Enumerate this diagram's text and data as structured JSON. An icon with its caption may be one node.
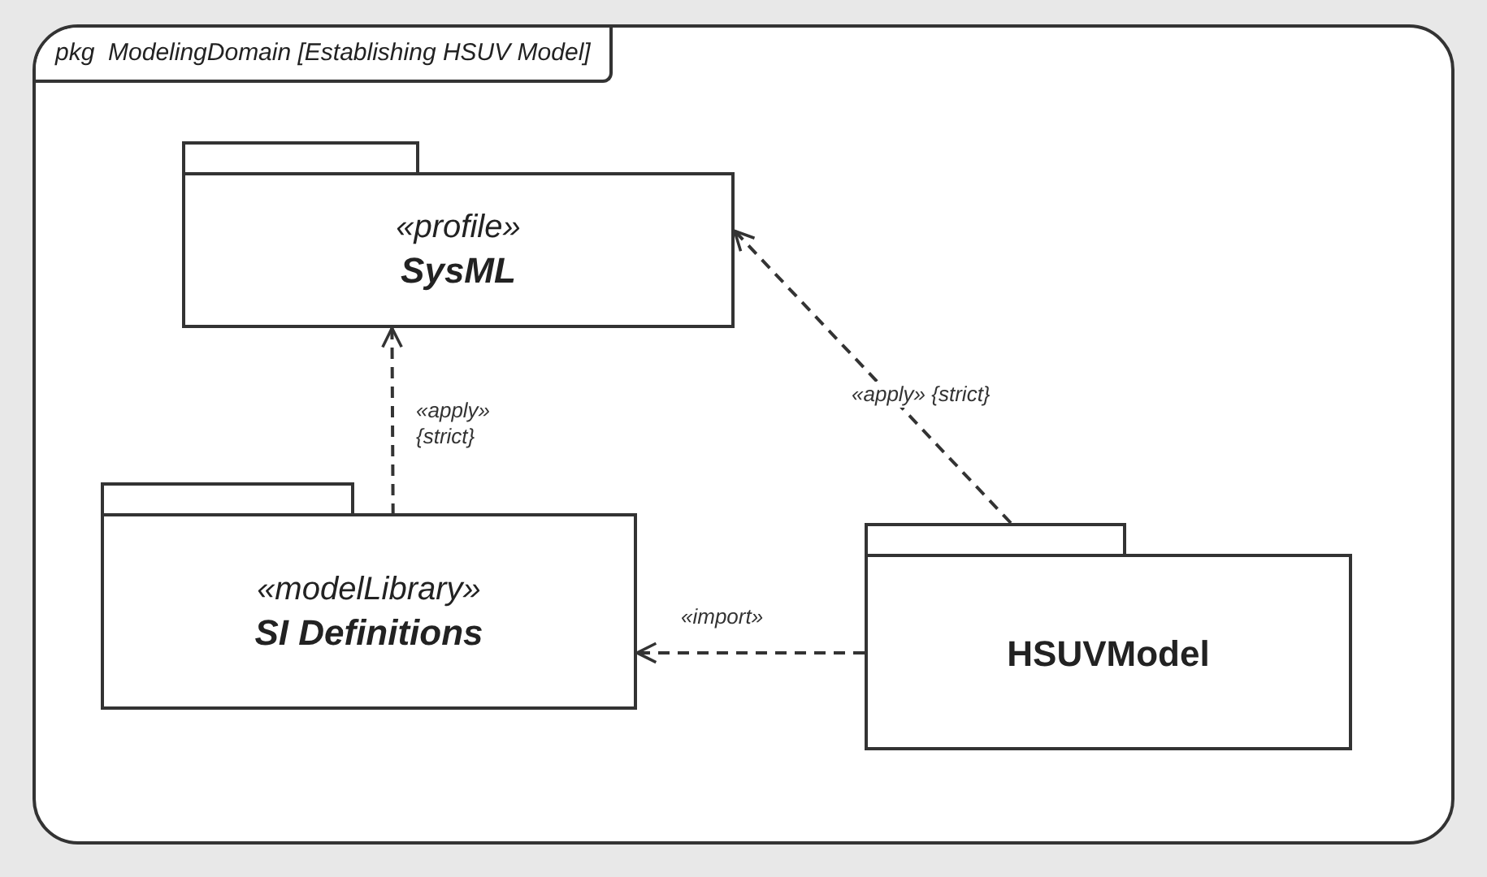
{
  "diagram": {
    "nodes": [
      {
        "text": [
          "pkg  ModelingDomain [Establishing HSUV Model]"
        ]
      },
      {
        "text": [
          "«profile»",
          "SysML"
        ],
        "in": 0
      },
      {
        "text": [
          "«modelLibrary»",
          "SI Definitions"
        ],
        "in": 0
      },
      {
        "text": [
          "HSUVModel"
        ],
        "in": 0
      }
    ],
    "edges": [
      {
        "from": 2,
        "to": 1,
        "arrow": "to",
        "label": "«apply» {strict}",
        "style": "dashed"
      },
      {
        "from": 3,
        "to": 1,
        "arrow": "to",
        "label": "«apply» {strict}",
        "style": "dashed"
      },
      {
        "from": 3,
        "to": 2,
        "arrow": "to",
        "label": "«import»",
        "style": "dashed"
      }
    ]
  }
}
